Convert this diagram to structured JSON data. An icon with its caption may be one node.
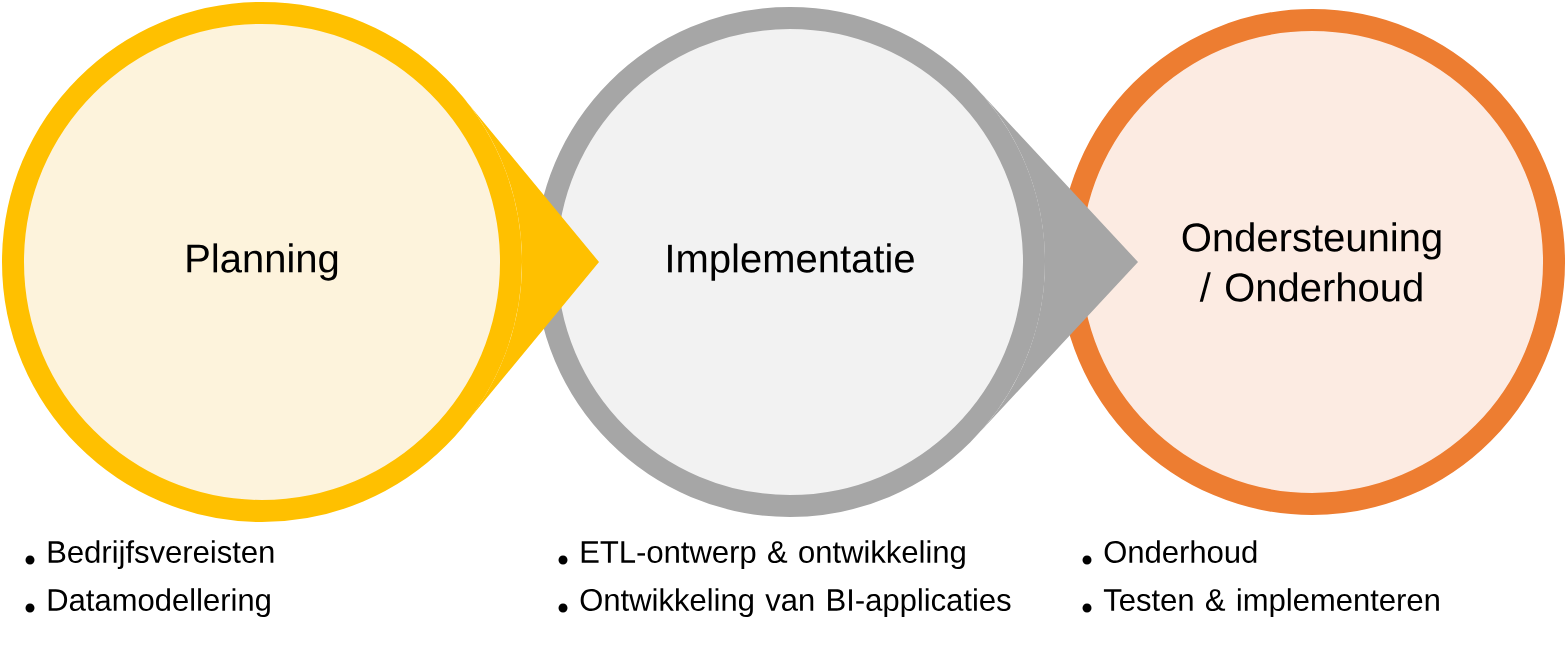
{
  "diagram": {
    "nodes": [
      {
        "text": [
          "Planning"
        ],
        "beside": [
          "Bedrijfsvereisten",
          "Datamodellering"
        ]
      },
      {
        "text": [
          "Implementatie"
        ],
        "beside": [
          "ETL-ontwerp & ontwikkeling",
          "Ontwikkeling van BI-applicaties"
        ]
      },
      {
        "text": [
          "Ondersteuning / Onderhoud"
        ],
        "beside": [
          "Onderhoud",
          "Testen & implementeren"
        ]
      }
    ],
    "edges": [
      {
        "from": 0,
        "to": 1,
        "arrow": "to",
        "color": "#ffc000"
      },
      {
        "from": 1,
        "to": 2,
        "arrow": "to",
        "color": "#a6a6a6"
      }
    ]
  }
}
